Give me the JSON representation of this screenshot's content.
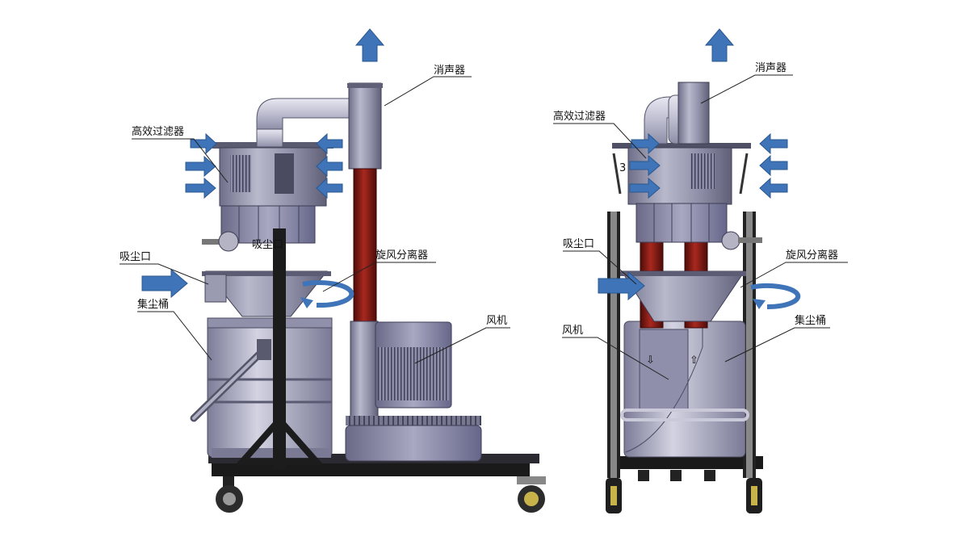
{
  "colors": {
    "arrow_fill": "#3f74b8",
    "arrow_stroke": "#2a5890",
    "body_gray": "#8c8ca8",
    "body_light": "#c9c9d9",
    "pipe_red": "#7e1a14",
    "frame_black": "#1a1a1a",
    "leader_line": "#222222"
  },
  "left_view": {
    "labels": {
      "silencer": "消声器",
      "hepa_filter": "高效过滤器",
      "inlet": "吸尘口",
      "cyclone": "旋风分离器",
      "dust_bin": "集尘桶",
      "fan": "风机",
      "inlet_overlap": "吸尘口"
    }
  },
  "right_view": {
    "labels": {
      "silencer": "消声器",
      "hepa_filter": "高效过滤器",
      "inlet": "吸尘口",
      "cyclone": "旋风分离器",
      "fan": "风机",
      "dust_bin": "集尘桶",
      "filter_mark": "3"
    }
  },
  "icons": [
    "arrow-up-icon",
    "arrow-right-icon",
    "arrow-left-icon",
    "swirl-arrow-icon",
    "down-arrow-icon",
    "up-arrow-icon"
  ]
}
